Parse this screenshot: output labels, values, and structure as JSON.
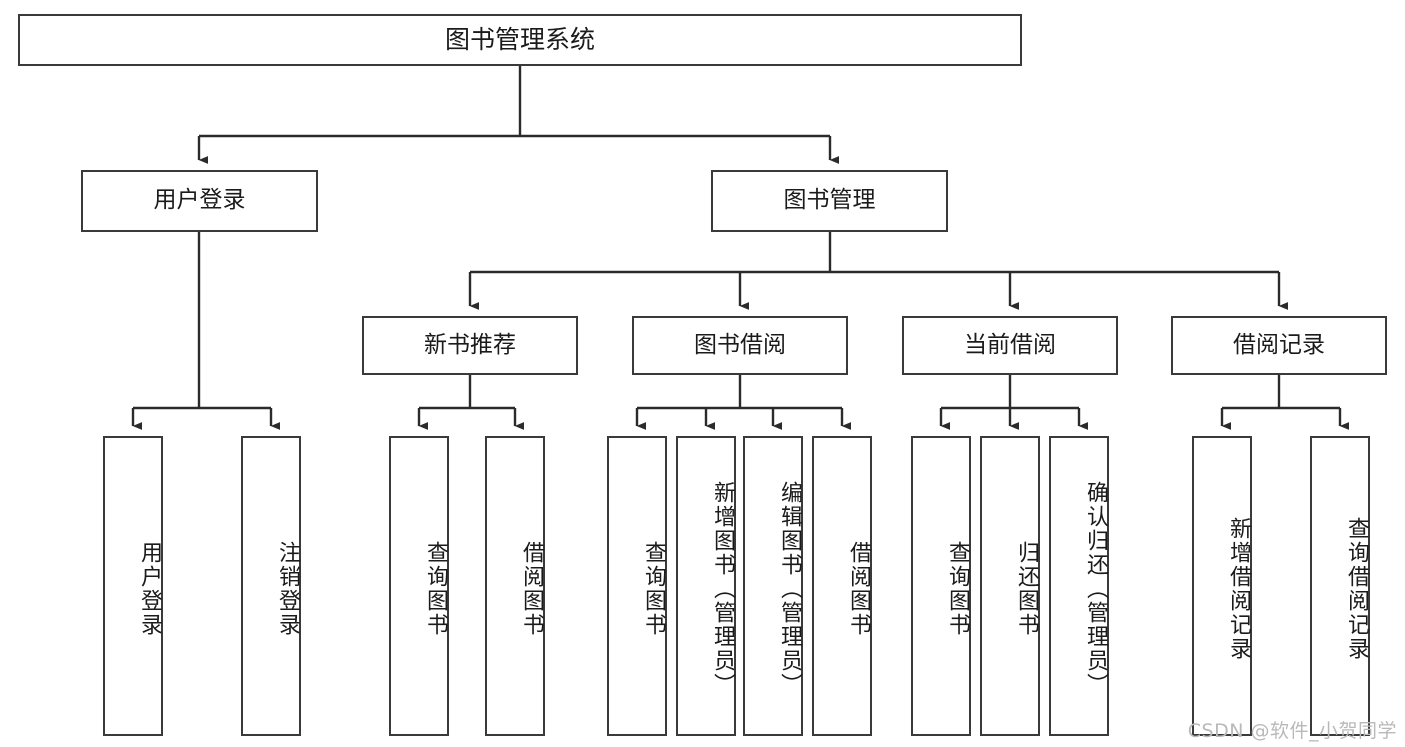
{
  "diagram": {
    "title": "图书管理系统",
    "type": "tree",
    "watermark": "CSDN @软件_小贺同学",
    "colors": {
      "box_border": "#3a3a3a",
      "box_fill": "#ffffff",
      "line": "#2b2b2b",
      "text": "#1b1b1b",
      "watermark": "#b9b9b9",
      "background": "#ffffff"
    },
    "root": {
      "label": "图书管理系统"
    },
    "level2": [
      {
        "label": "用户登录"
      },
      {
        "label": "图书管理"
      }
    ],
    "level3": [
      {
        "label": "新书推荐"
      },
      {
        "label": "图书借阅"
      },
      {
        "label": "当前借阅"
      },
      {
        "label": "借阅记录"
      }
    ],
    "leaves": {
      "user_login": [
        {
          "label": "用户登录"
        },
        {
          "label": "注销登录"
        }
      ],
      "new_book_recommend": [
        {
          "label": "查询图书"
        },
        {
          "label": "借阅图书"
        }
      ],
      "book_borrow": [
        {
          "label": "查询图书"
        },
        {
          "label": "新增图书（管理员）"
        },
        {
          "label": "编辑图书（管理员）"
        },
        {
          "label": "借阅图书"
        }
      ],
      "current_borrow": [
        {
          "label": "查询图书"
        },
        {
          "label": "归还图书"
        },
        {
          "label": "确认归还（管理员）"
        }
      ],
      "borrow_record": [
        {
          "label": "新增借阅记录"
        },
        {
          "label": "查询借阅记录"
        }
      ]
    }
  }
}
